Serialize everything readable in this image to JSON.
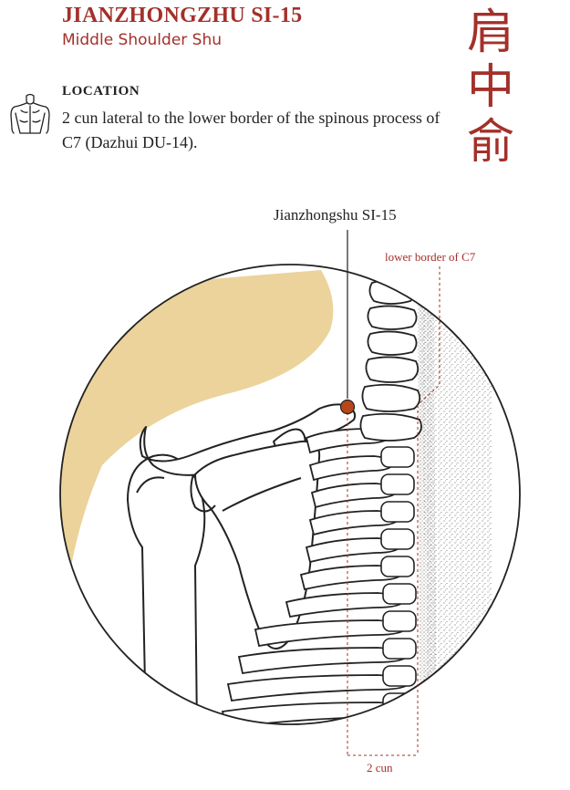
{
  "header": {
    "title": "JIANZHONGZHU SI-15",
    "subtitle": "Middle Shoulder Shu",
    "chinese_chars": [
      "肩",
      "中",
      "俞"
    ]
  },
  "location": {
    "heading": "LOCATION",
    "text": "2 cun lateral to the lower border of the spinous process of C7 (Dazhui DU-14)."
  },
  "figure": {
    "point_label": "Jianzhongshu SI-15",
    "c7_label": "lower border of C7",
    "distance_label": "2 cun"
  },
  "icons": {
    "torso": "back-torso-icon",
    "point": "acupoint-marker"
  },
  "colors": {
    "accent": "#a3302a",
    "point": "#b8461b",
    "skin": "#ecd39b"
  }
}
